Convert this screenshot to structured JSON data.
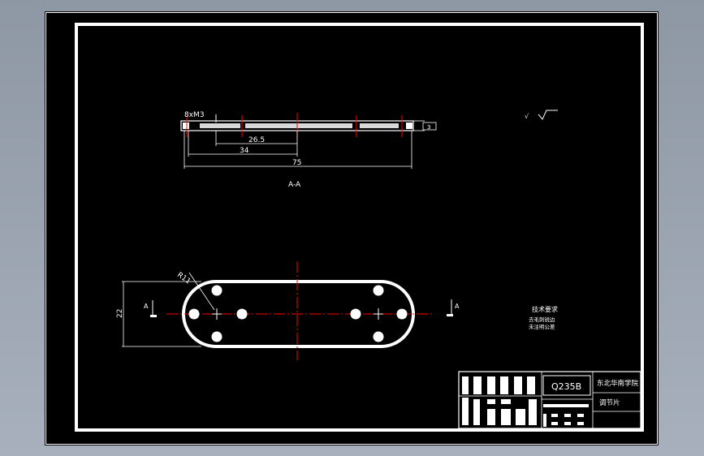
{
  "section_view": {
    "thread_callout": "8xM3",
    "dimensions": [
      "26.5",
      "34",
      "75"
    ],
    "thickness": "3",
    "section_label": "A-A"
  },
  "plan_view": {
    "radius_callout": "R11",
    "width_dim": "22",
    "cut_label_left": "A",
    "cut_label_right": "A"
  },
  "roughness_symbol": "√",
  "tech_notes": [
    "技术要求",
    "去毛刺锐边",
    "未注明公差"
  ],
  "title_block": {
    "material": "Q235B",
    "organization": "东北华南学院",
    "part_name": "调节片"
  },
  "colors": {
    "background": "#000000",
    "frame": "#ffffff",
    "center_line": "#ff0000",
    "viewport": "#8e97a4"
  }
}
